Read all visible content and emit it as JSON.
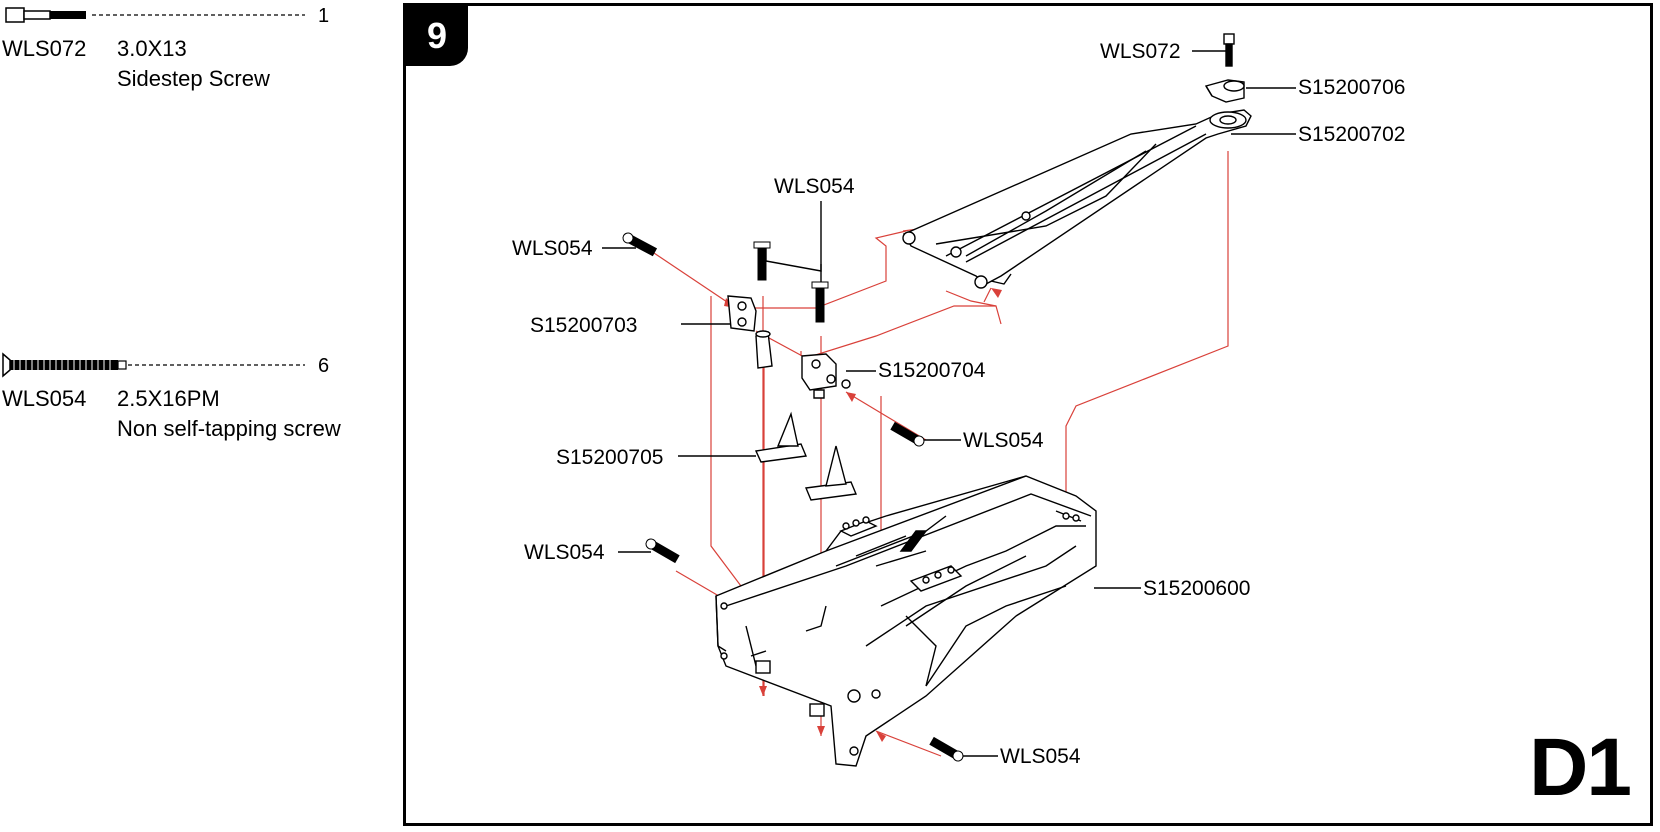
{
  "parts_list": [
    {
      "code": "WLS072",
      "size": "3.0X13",
      "description": "Sidestep Screw",
      "qty": "1"
    },
    {
      "code": "WLS054",
      "size": "2.5X16PM",
      "description": "Non self-tapping screw",
      "qty": "6"
    }
  ],
  "step": {
    "number": "9",
    "page_code": "D1"
  },
  "callouts": {
    "wls072": "WLS072",
    "s15200706": "S15200706",
    "s15200702": "S15200702",
    "wls054_top": "WLS054",
    "wls054_left": "WLS054",
    "s15200703": "S15200703",
    "s15200704": "S15200704",
    "wls054_right": "WLS054",
    "s15200705": "S15200705",
    "wls054_lower_left": "WLS054",
    "s15200600": "S15200600",
    "wls054_bottom": "WLS054"
  },
  "colors": {
    "guide_line": "#d9413a",
    "ink": "#000000",
    "background": "#ffffff"
  }
}
